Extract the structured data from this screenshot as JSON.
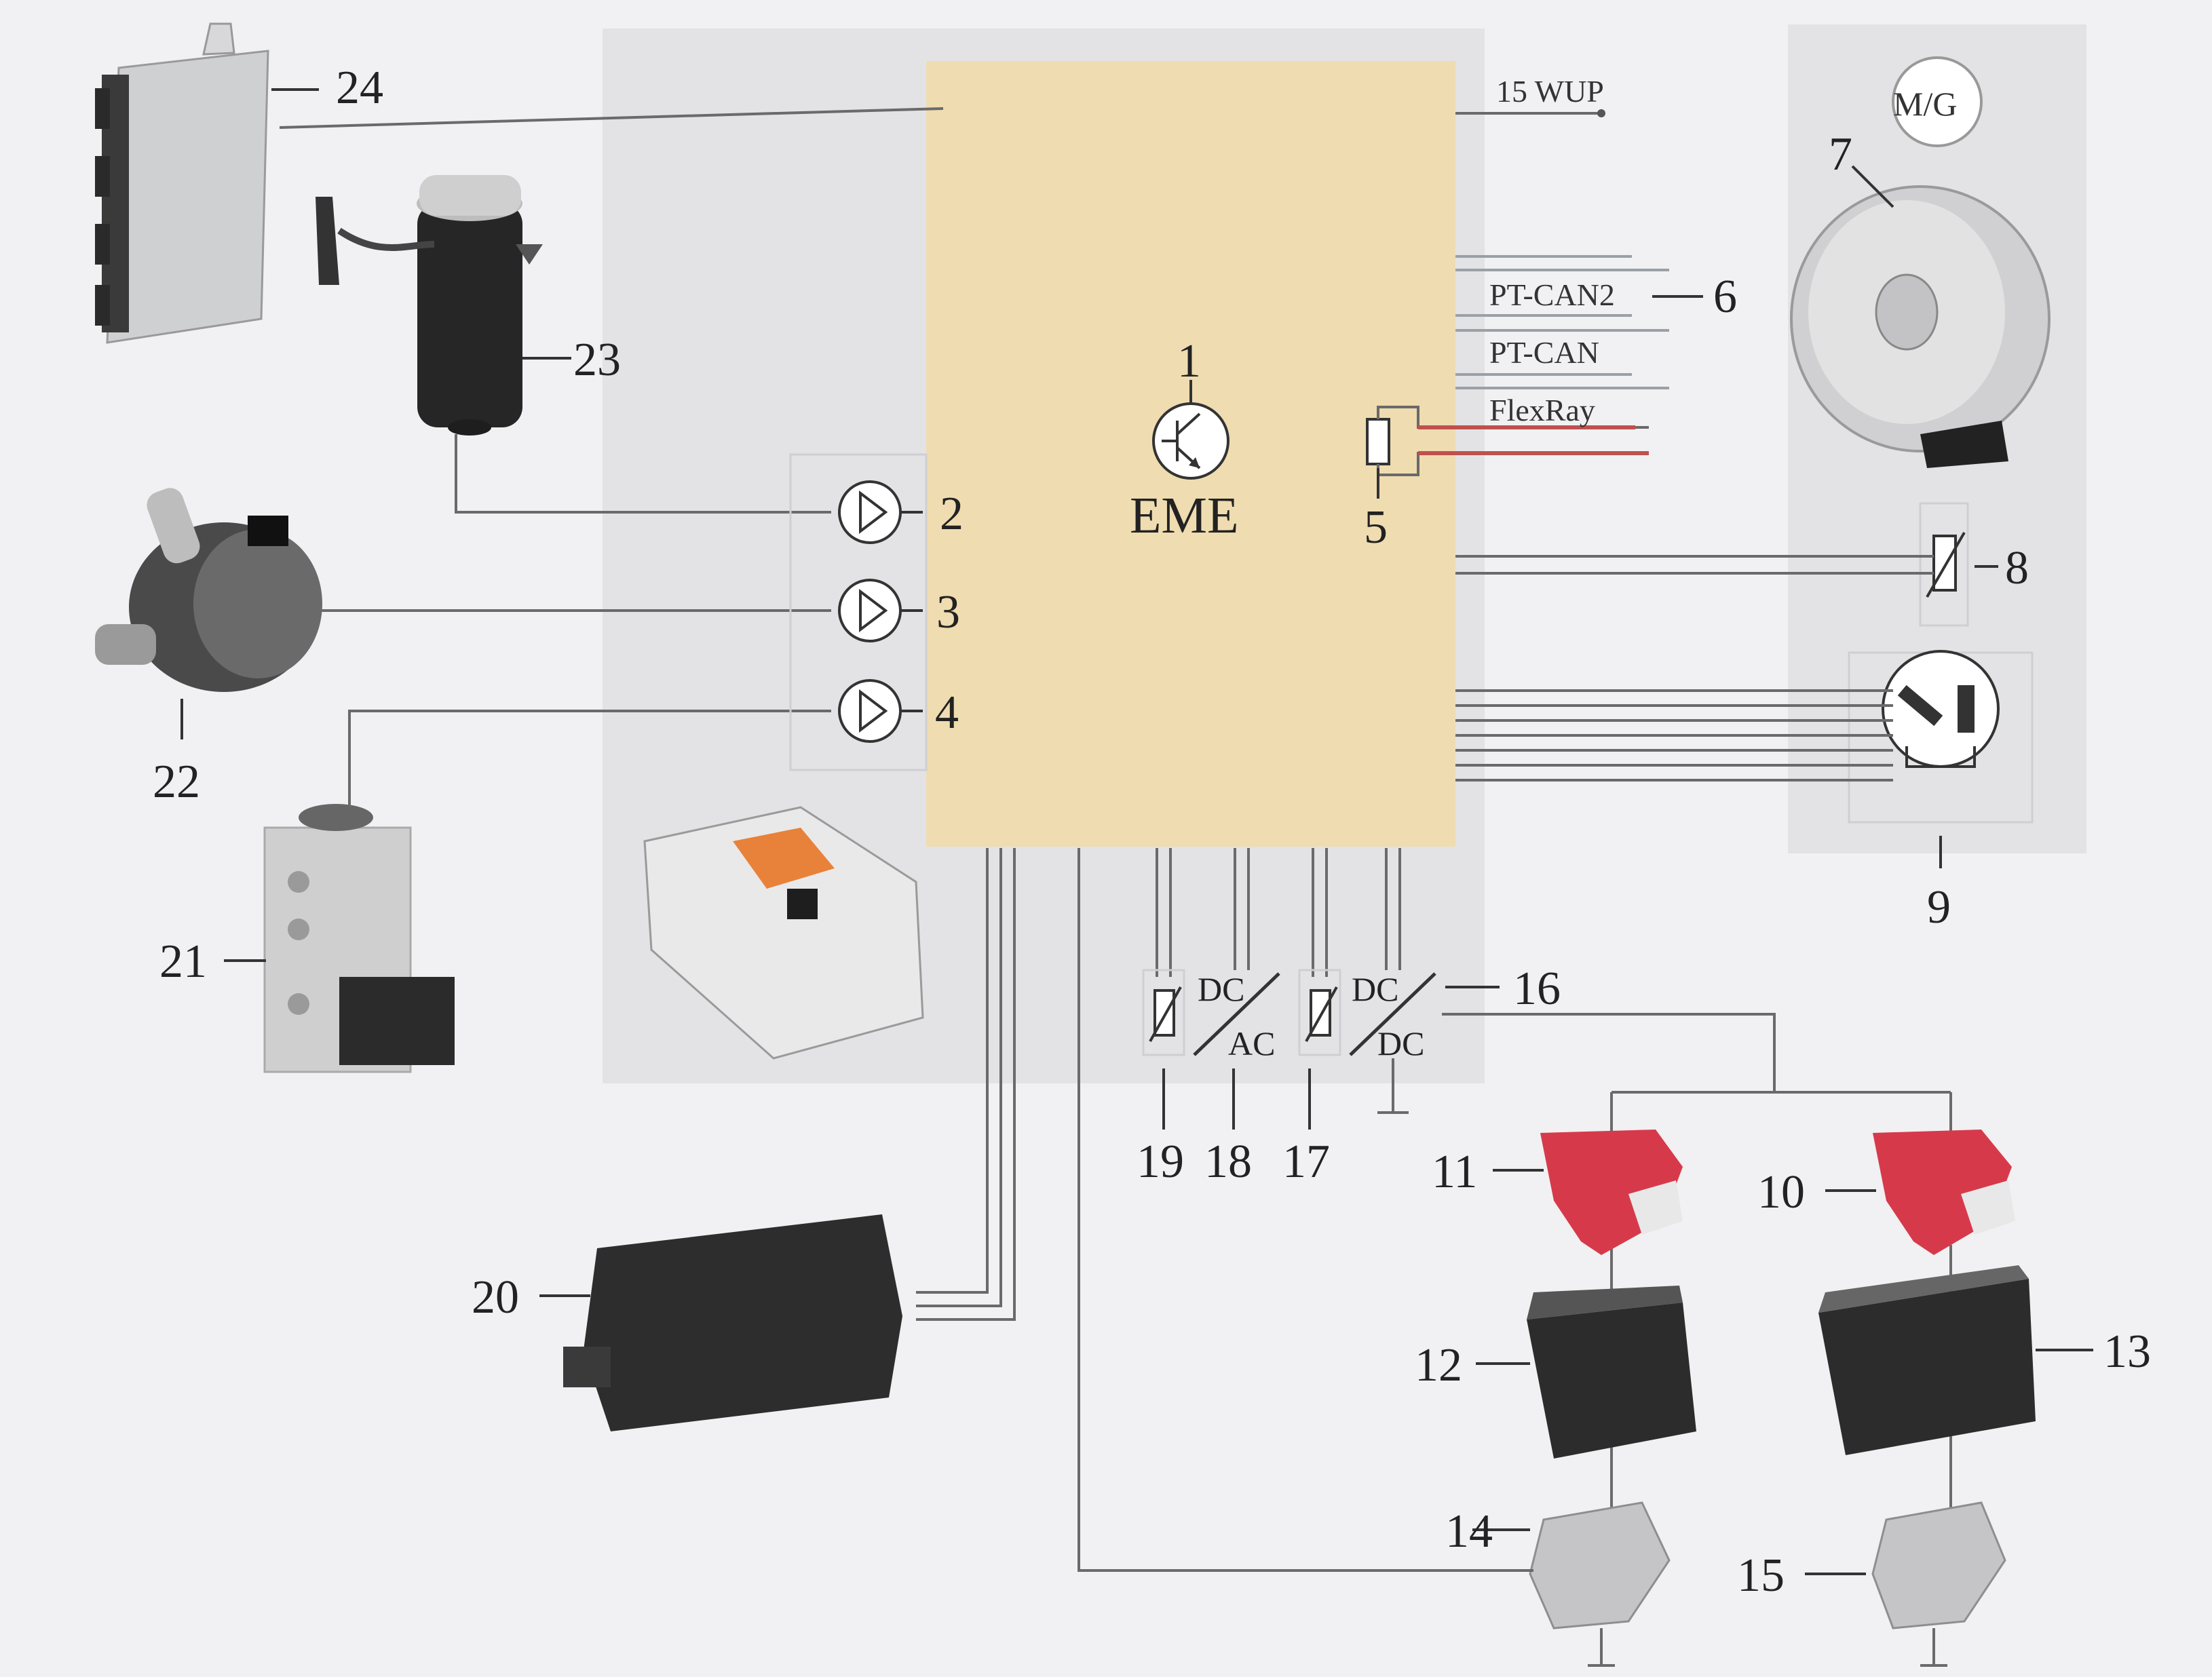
{
  "diagram": {
    "central_unit": "EME",
    "signals": {
      "wup": "15 WUP",
      "pt_can2": "PT-CAN2",
      "pt_can": "PT-CAN",
      "flexray": "FlexRay"
    },
    "motor_symbol": "M/G",
    "converters": {
      "dcac_top": "DC",
      "dcac_bottom": "AC",
      "dcdc_top": "DC",
      "dcdc_bottom": "DC"
    },
    "colors": {
      "eme_panel": "#efdcb0",
      "flexray_line": "#c0504d",
      "terminal_red": "#d63a4a",
      "panel_gray": "#e3e3e6"
    },
    "callouts": {
      "n1": "1",
      "n2": "2",
      "n3": "3",
      "n4": "4",
      "n5": "5",
      "n6": "6",
      "n7": "7",
      "n8": "8",
      "n9": "9",
      "n10": "10",
      "n11": "11",
      "n12": "12",
      "n13": "13",
      "n14": "14",
      "n15": "15",
      "n16": "16",
      "n17": "17",
      "n18": "18",
      "n19": "19",
      "n20": "20",
      "n21": "21",
      "n22": "22",
      "n23": "23",
      "n24": "24"
    }
  }
}
